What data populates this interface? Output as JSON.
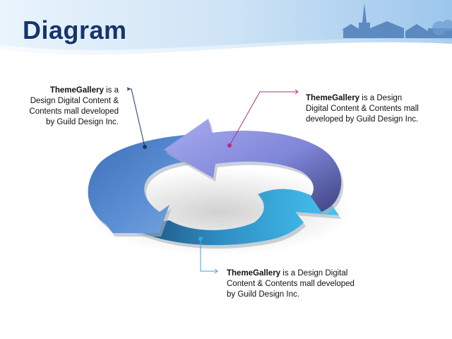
{
  "title": "Diagram",
  "callouts": [
    {
      "brand": "ThemeGallery",
      "lines": [
        " is a",
        "Design Digital Content &",
        "Contents mall developed",
        "by Guild Design Inc."
      ]
    },
    {
      "brand": "ThemeGallery",
      "lines": [
        " is a Design",
        "Digital Content & Contents mall",
        "developed by Guild Design Inc."
      ]
    },
    {
      "brand": "ThemeGallery",
      "lines": [
        " is a Design Digital",
        "Content & Contents mall developed",
        "by Guild Design Inc."
      ]
    }
  ],
  "colors": {
    "title": "#15356e",
    "arrow_left": "#4a7fc8",
    "arrow_top": "#8b8fe0",
    "arrow_bottom": "#3ab4e8",
    "leader_1": "#1a3a6a",
    "leader_2": "#b0307a",
    "leader_3": "#3aa6e0"
  }
}
